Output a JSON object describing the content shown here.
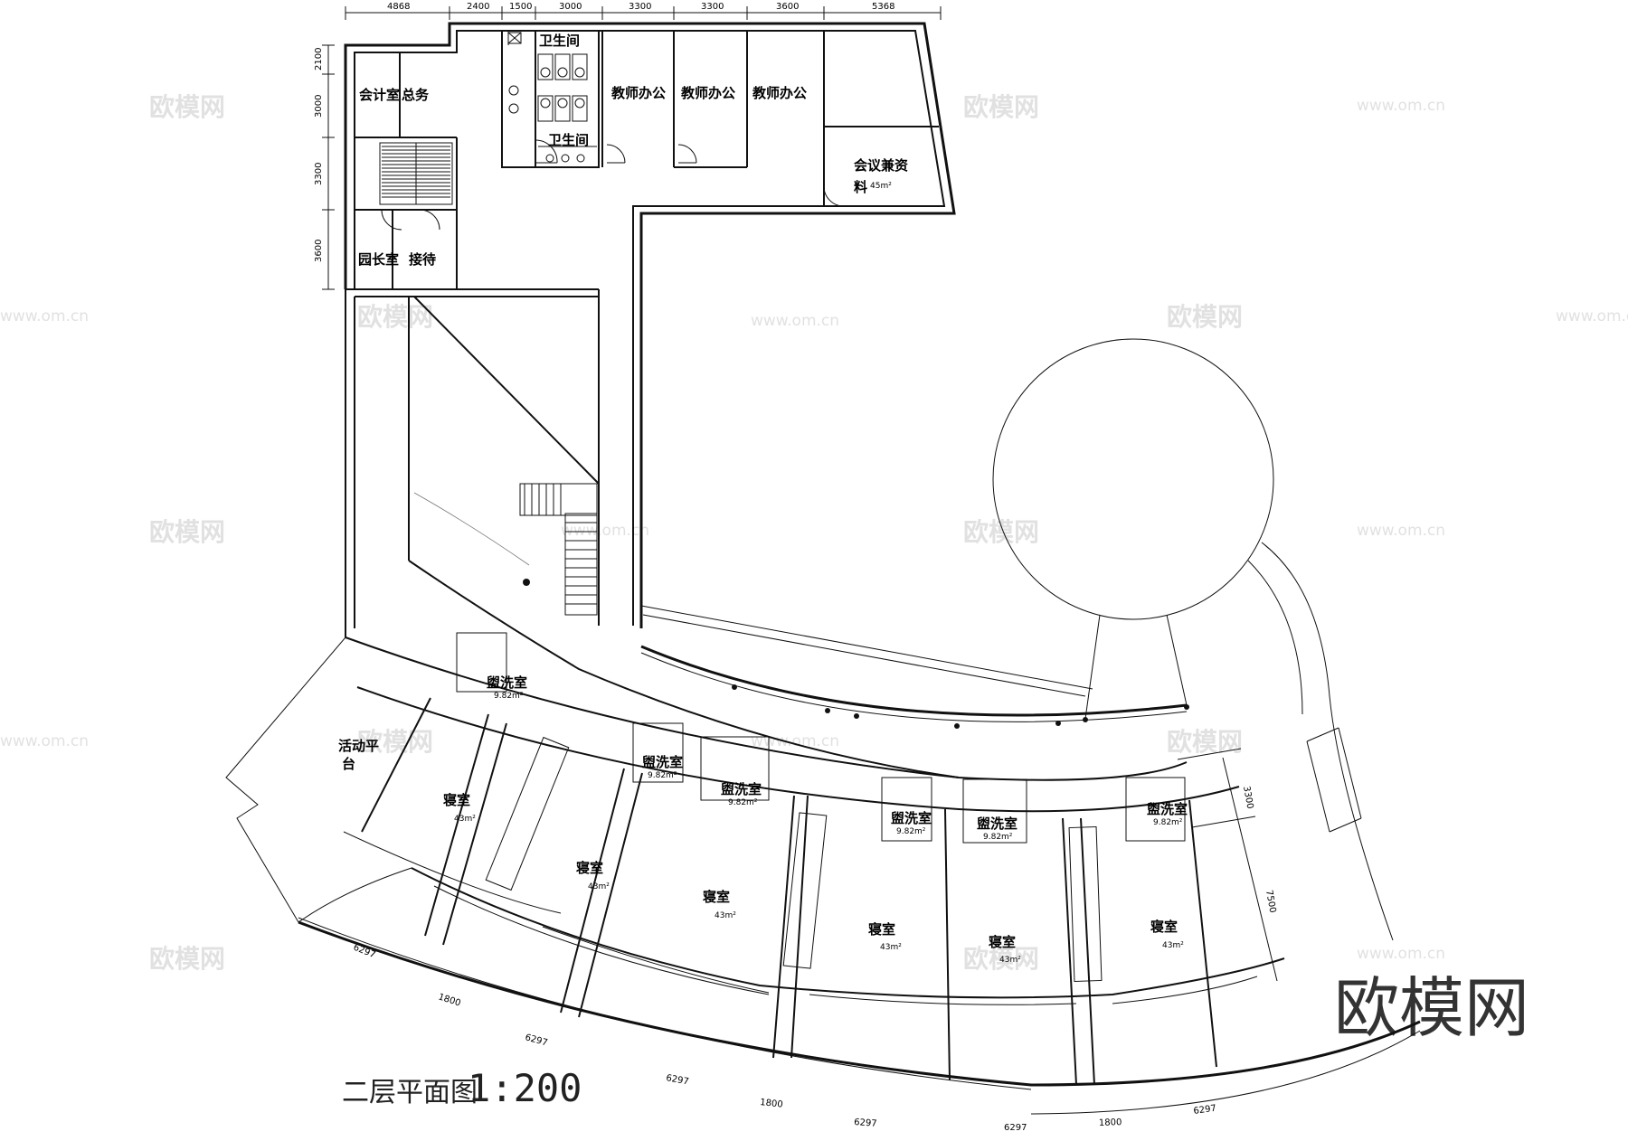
{
  "title": "二层平面图",
  "scale": "1:200",
  "watermarks": {
    "brand": "欧模网",
    "url": "www.om.cn"
  },
  "rooms": {
    "accounting": "会计室",
    "general_affairs": "总务",
    "restroom_top": "卫生间",
    "restroom_bottom": "卫生间",
    "teacher_office_1": "教师办公",
    "teacher_office_2": "教师办公",
    "teacher_office_3": "教师办公",
    "meeting_line1": "会议兼资",
    "meeting_line2": "料",
    "meeting_area": "45m²",
    "principal": "园长室",
    "reception": "接待",
    "terrace_line1": "活动平",
    "terrace_line2": "台",
    "washroom_label": "盥洗室",
    "washroom_area": "9.82m²",
    "dorm_label": "寝室",
    "dorm_area": "43m²"
  },
  "dimensions": {
    "top": [
      "4868",
      "2400",
      "1500",
      "3000",
      "3300",
      "3300",
      "3600",
      "5368"
    ],
    "left": [
      "2100",
      "3000",
      "3300",
      "3600"
    ],
    "right": [
      "3300",
      "7500"
    ],
    "bottom": [
      "6297",
      "1800",
      "6297",
      "6297",
      "1800",
      "6297",
      "6297",
      "1800",
      "6297"
    ]
  }
}
